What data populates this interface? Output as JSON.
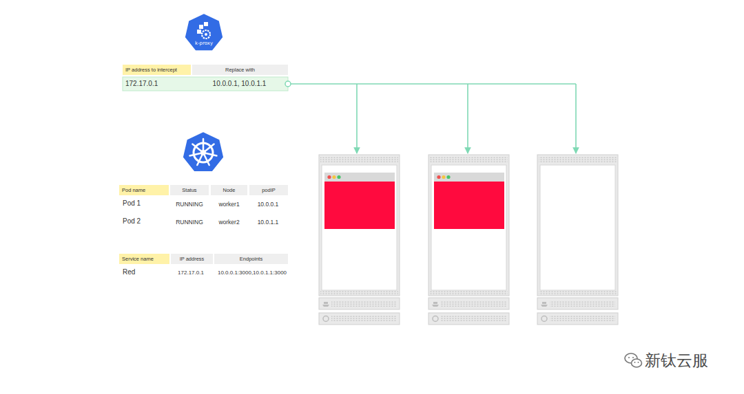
{
  "diagram": {
    "nodes": [
      {
        "text": [
          "k-proxy"
        ]
      }
    ],
    "labels": [
      "IP address to intercept",
      "Replace with",
      "172.17.0.1",
      "10.0.0.1, 10.0.1.1",
      "Pod name",
      "Status",
      "Node",
      "podIP",
      "Pod 1",
      "RUNNING",
      "worker1",
      "10.0.0.1",
      "Pod 2",
      "RUNNING",
      "worker2",
      "10.0.1.1",
      "Service name",
      "IP address",
      "Endpoints",
      "Red",
      "172.17.0.1",
      "10.0.0.1:3000,10.0.1.1:3000",
      "新钛云服"
    ]
  }
}
